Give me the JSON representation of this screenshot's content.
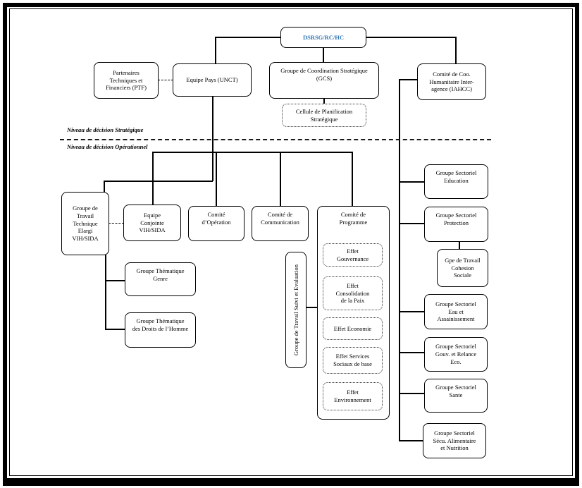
{
  "diagram": {
    "accent_color": "#2E74B5",
    "levels": {
      "strategic": "Niveau de décision Stratégique",
      "operational": "Niveau de décision Opérationnel"
    },
    "nodes": {
      "dsrsg": "DSRSG/RC/HC",
      "ptf": "Partenaires\nTechniques et\nFinanciers (PTF)",
      "unct": "Equipe Pays (UNCT)",
      "gcs": "Groupe de Coordination Stratégique\n(GCS)",
      "cellule": "Cellule de Planification\nStratégique",
      "iahcc": "Comité de Coo.\nHumanitaire Inter-\nagence (IAHCC)",
      "gtt_vih": "Groupe de\nTravail\nTechnique\nElargi\nVIH/SIDA",
      "equipe_conjointe": "Equipe\nConjointe\nVIH/SIDA",
      "comite_operation": "Comité\nd’Opération",
      "comite_communication": "Comité de\nCommunication",
      "comite_programme": "Comité de\nProgramme",
      "effet_gouvernance": "Effet\nGouvernance",
      "effet_consolidation": "Effet\nConsolidation\nde la Paix",
      "effet_economie": "Effet Economie",
      "effet_services": "Effet Services\nSociaux de base",
      "effet_environnement": "Effet\nEnvironnement",
      "gtse": "Groupe de Travail Suivi et Evaluation",
      "gt_genre": "Groupe Thématique\nGenre",
      "gt_droits": "Groupe Thématique\ndes Droits de l’Homme",
      "gs_education": "Groupe Sectoriel\nEducation",
      "gs_protection": "Groupe Sectoriel\nProtection",
      "gt_cohesion": "Gpe de Travail\nCohesion\nSociale",
      "gs_eau": "Groupe Sectoriel\nEau et\nAssainissement",
      "gs_gouv": "Groupe Sectoriel\nGouv. et Relance\nEco.",
      "gs_sante": "Groupe Sectoriel\nSante",
      "gs_secu": "Groupe Sectoriel\nSécu. Alimentaire\net Nutrition"
    }
  }
}
